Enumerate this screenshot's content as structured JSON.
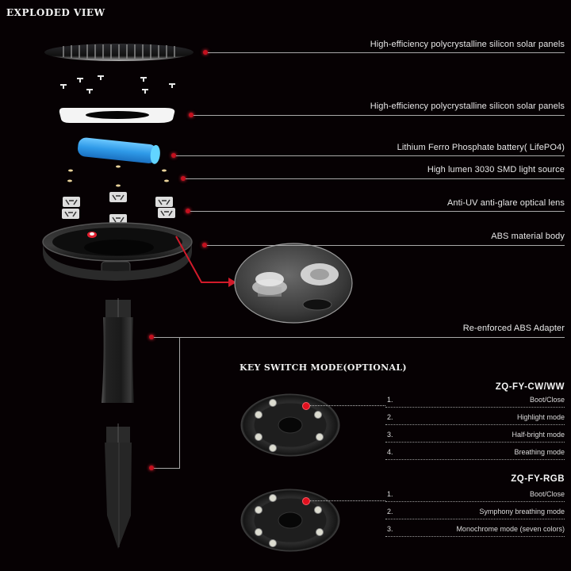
{
  "header": {
    "title": "EXPLODED VIEW"
  },
  "callouts": [
    {
      "label": "High-efficiency polycrystalline silicon solar panels"
    },
    {
      "label": "High-efficiency polycrystalline silicon solar panels"
    },
    {
      "label": "Lithium Ferro Phosphate battery( LifePO4)"
    },
    {
      "label": "High lumen 3030 SMD light source"
    },
    {
      "label": "Anti-UV anti-glare optical lens"
    },
    {
      "label": "ABS material body"
    },
    {
      "label": "Re-enforced ABS Adapter"
    }
  ],
  "key_switch": {
    "title": "KEY SWITCH MODE(OPTIONAL)",
    "models": [
      {
        "name": "ZQ-FY-CW/WW",
        "modes": [
          {
            "num": "1.",
            "label": "Boot/Close"
          },
          {
            "num": "2.",
            "label": "Highlight mode"
          },
          {
            "num": "3.",
            "label": "Half-bright mode"
          },
          {
            "num": "4.",
            "label": "Breathing mode"
          }
        ]
      },
      {
        "name": "ZQ-FY-RGB",
        "modes": [
          {
            "num": "1.",
            "label": "Boot/Close"
          },
          {
            "num": "2.",
            "label": "Symphony breathing mode"
          },
          {
            "num": "3.",
            "label": "Monochrome mode (seven colors)"
          }
        ]
      }
    ]
  },
  "colors": {
    "background": "#060103",
    "accent": "#c4101e",
    "battery": "#3aa8f0",
    "line": "#a8a8a8"
  }
}
